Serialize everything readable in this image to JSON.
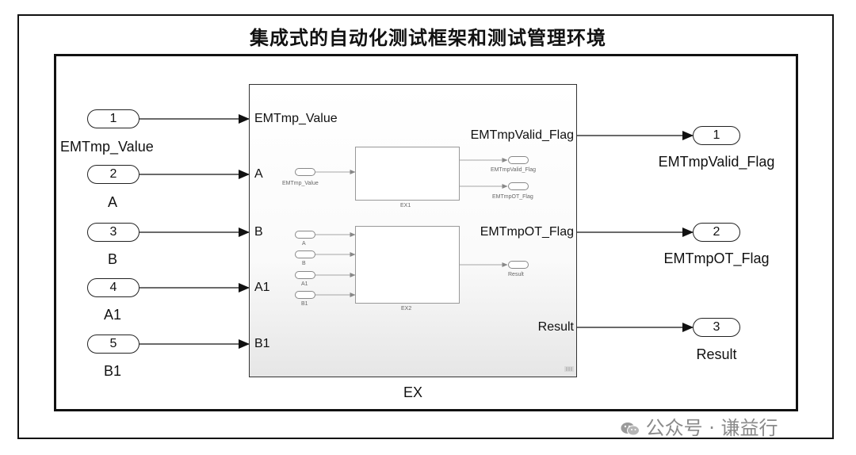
{
  "title": "集成式的自动化测试框架和测试管理环境",
  "inports": [
    {
      "num": "1",
      "label": "EMTmp_Value"
    },
    {
      "num": "2",
      "label": "A"
    },
    {
      "num": "3",
      "label": "B"
    },
    {
      "num": "4",
      "label": "A1"
    },
    {
      "num": "5",
      "label": "B1"
    }
  ],
  "outports": [
    {
      "num": "1",
      "label": "EMTmpValid_Flag"
    },
    {
      "num": "2",
      "label": "EMTmpOT_Flag"
    },
    {
      "num": "3",
      "label": "Result"
    }
  ],
  "subsystem": {
    "name": "EX",
    "inputs": [
      "EMTmp_Value",
      "A",
      "B",
      "A1",
      "B1"
    ],
    "outputs": [
      "EMTmpValid_Flag",
      "EMTmpOT_Flag",
      "Result"
    ],
    "ex1": {
      "name": "EX1",
      "input": "EMTmp_Value",
      "outputs": [
        "EMTmpValid_Flag",
        "EMTmpOT_Flag"
      ]
    },
    "ex2": {
      "name": "EX2",
      "inputs": [
        "A",
        "B",
        "A1",
        "B1"
      ],
      "output": "Result"
    }
  },
  "watermark": {
    "text": "公众号 · 谦益行",
    "icon": "wechat-icon"
  }
}
